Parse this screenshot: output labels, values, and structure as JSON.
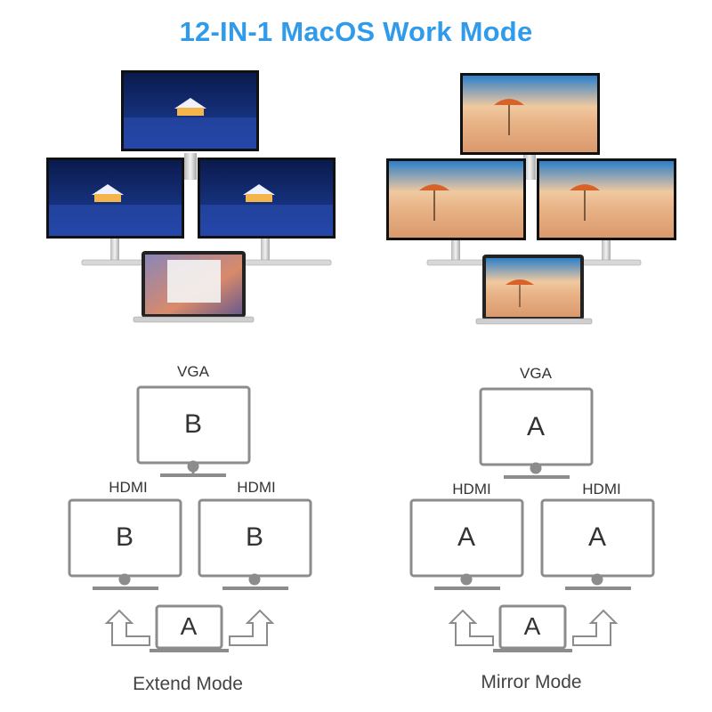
{
  "title": "12-IN-1 MacOS Work Mode",
  "colors": {
    "title": "#2f9bea",
    "diagram_stroke": "#8c8c8c",
    "text": "#333333"
  },
  "extend": {
    "top_label": "VGA",
    "top_letter": "B",
    "left_label": "HDMI",
    "left_letter": "B",
    "right_label": "HDMI",
    "right_letter": "B",
    "laptop_letter": "A",
    "mode": "Extend Mode"
  },
  "mirror": {
    "top_label": "VGA",
    "top_letter": "A",
    "left_label": "HDMI",
    "left_letter": "A",
    "right_label": "HDMI",
    "right_letter": "A",
    "laptop_letter": "A",
    "mode": "Mirror Mode"
  }
}
